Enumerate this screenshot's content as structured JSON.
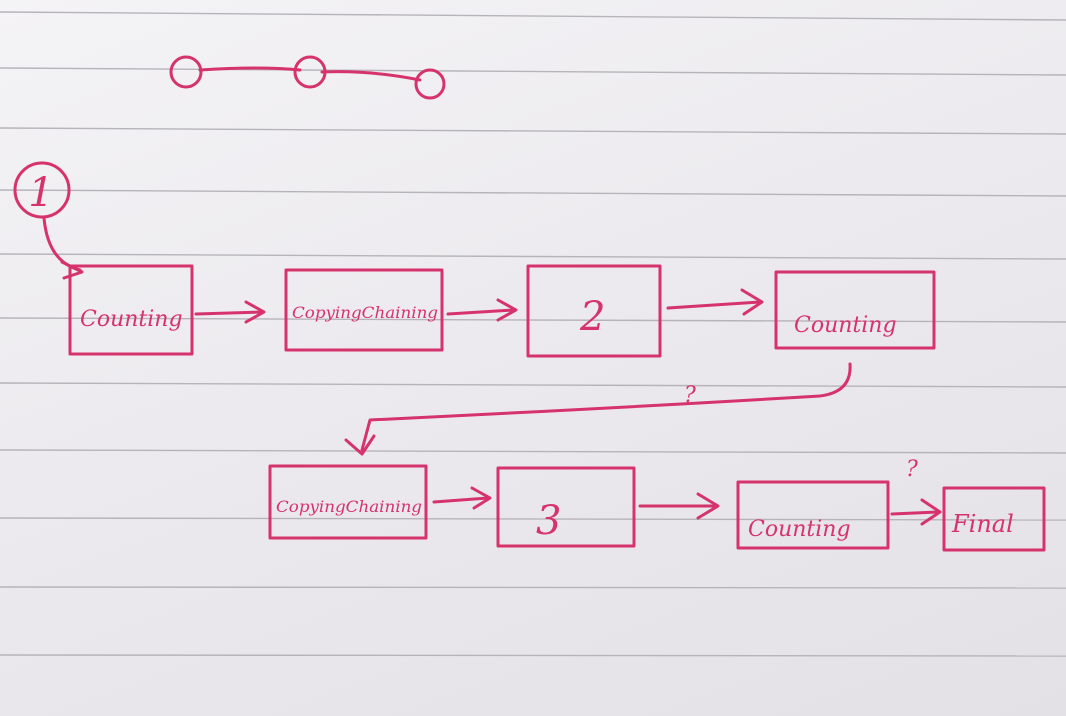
{
  "ink_color": "#d6336c",
  "paper_color": "#efeef0",
  "rule_color": "#b7b4b9",
  "start_marker": "1",
  "question_marks": [
    "?",
    "?"
  ],
  "row1": {
    "box1": "Counting",
    "box2": "CopyingChaining",
    "box3": "2",
    "box4": "Counting"
  },
  "row2": {
    "box1": "CopyingChaining",
    "box2": "3",
    "box3": "Counting",
    "box4": "Final"
  }
}
